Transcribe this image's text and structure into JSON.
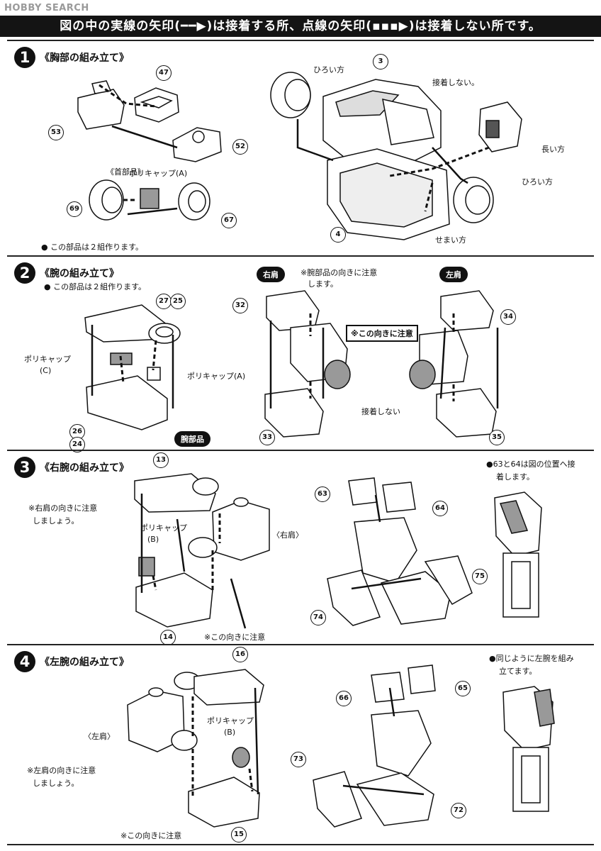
{
  "watermark": "HOBBY SEARCH",
  "banner": "図の中の実線の矢印(━━▶)は接着する所、点線の矢印(▪▪▪▶)は接着しない所です。",
  "steps": [
    {
      "num": "1",
      "title": "《胸部の組み立て》",
      "labels": {
        "neck": "《首部品》",
        "polycap_a": "ポリキャップ(A)",
        "wide1": "ひろい方",
        "no_glue": "接着しない。",
        "long": "長い方",
        "wide2": "ひろい方",
        "narrow": "せまい方"
      },
      "note": "● この部品は２組作ります。",
      "parts": [
        "47",
        "53",
        "52",
        "69",
        "67",
        "3",
        "4"
      ]
    },
    {
      "num": "2",
      "title": "《腕の組み立て》",
      "note": "● この部品は２組作ります。",
      "labels": {
        "polycap_c": "ポリキャップ",
        "polycap_c2": "(C)",
        "polycap_a": "ポリキャップ(A)",
        "arm_part": "腕部品",
        "right_shoulder": "右肩",
        "left_shoulder": "左肩",
        "orient_line1": "※腕部品の向きに注意",
        "orient_line2": "します。",
        "orient_box": "※この向きに注意",
        "no_glue": "接着しない"
      },
      "parts": [
        "27",
        "25",
        "26",
        "24",
        "32",
        "33",
        "34",
        "35"
      ]
    },
    {
      "num": "3",
      "title": "《右腕の組み立て》",
      "labels": {
        "note1": "※右肩の向きに注意",
        "note2": "しましょう。",
        "polycap_b": "ポリキャップ",
        "polycap_b2": "(B)",
        "right_shoulder": "〈右肩〉",
        "orient": "※この向きに注意",
        "side1": "●63と64は図の位置へ接",
        "side2": "着します。"
      },
      "parts": [
        "13",
        "14",
        "63",
        "64",
        "74",
        "75"
      ]
    },
    {
      "num": "4",
      "title": "《左腕の組み立て》",
      "labels": {
        "left_shoulder": "〈左肩〉",
        "polycap_b": "ポリキャップ",
        "polycap_b2": "(B)",
        "note1": "※左肩の向きに注意",
        "note2": "しましょう。",
        "orient": "※この向きに注意",
        "side1": "●同じように左腕を組み",
        "side2": "立てます。"
      },
      "parts": [
        "16",
        "15",
        "66",
        "65",
        "73",
        "72"
      ]
    }
  ]
}
